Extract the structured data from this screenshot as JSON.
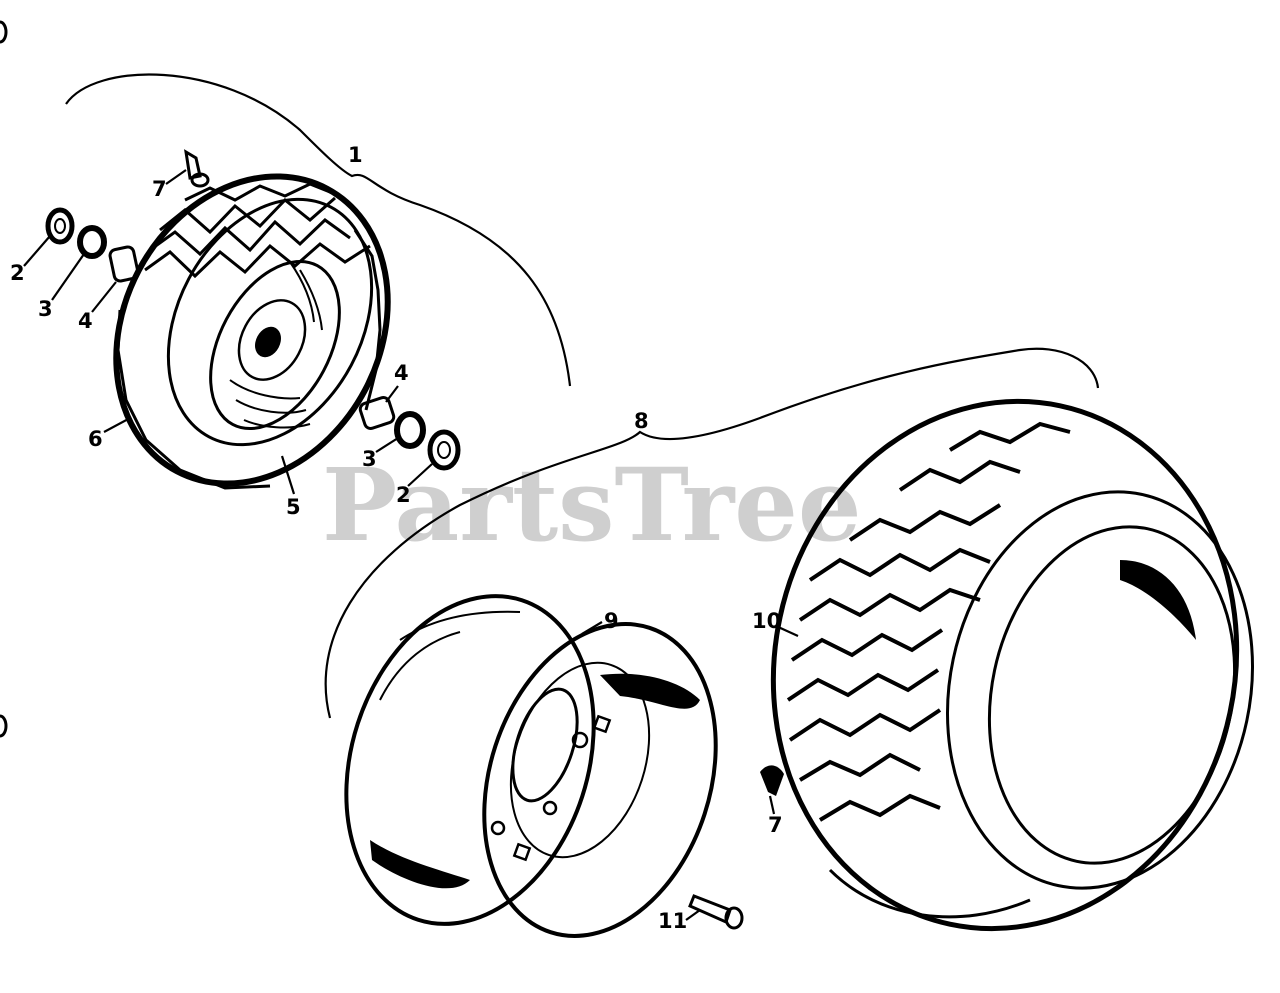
{
  "watermark": "PartsTree",
  "callouts": {
    "c1": "1",
    "c2a": "2",
    "c3a": "3",
    "c4a": "4",
    "c7a": "7",
    "c6": "6",
    "c5": "5",
    "c4b": "4",
    "c3b": "3",
    "c2b": "2",
    "c8": "8",
    "c9": "9",
    "c10": "10",
    "c7b": "7",
    "c11": "11"
  }
}
